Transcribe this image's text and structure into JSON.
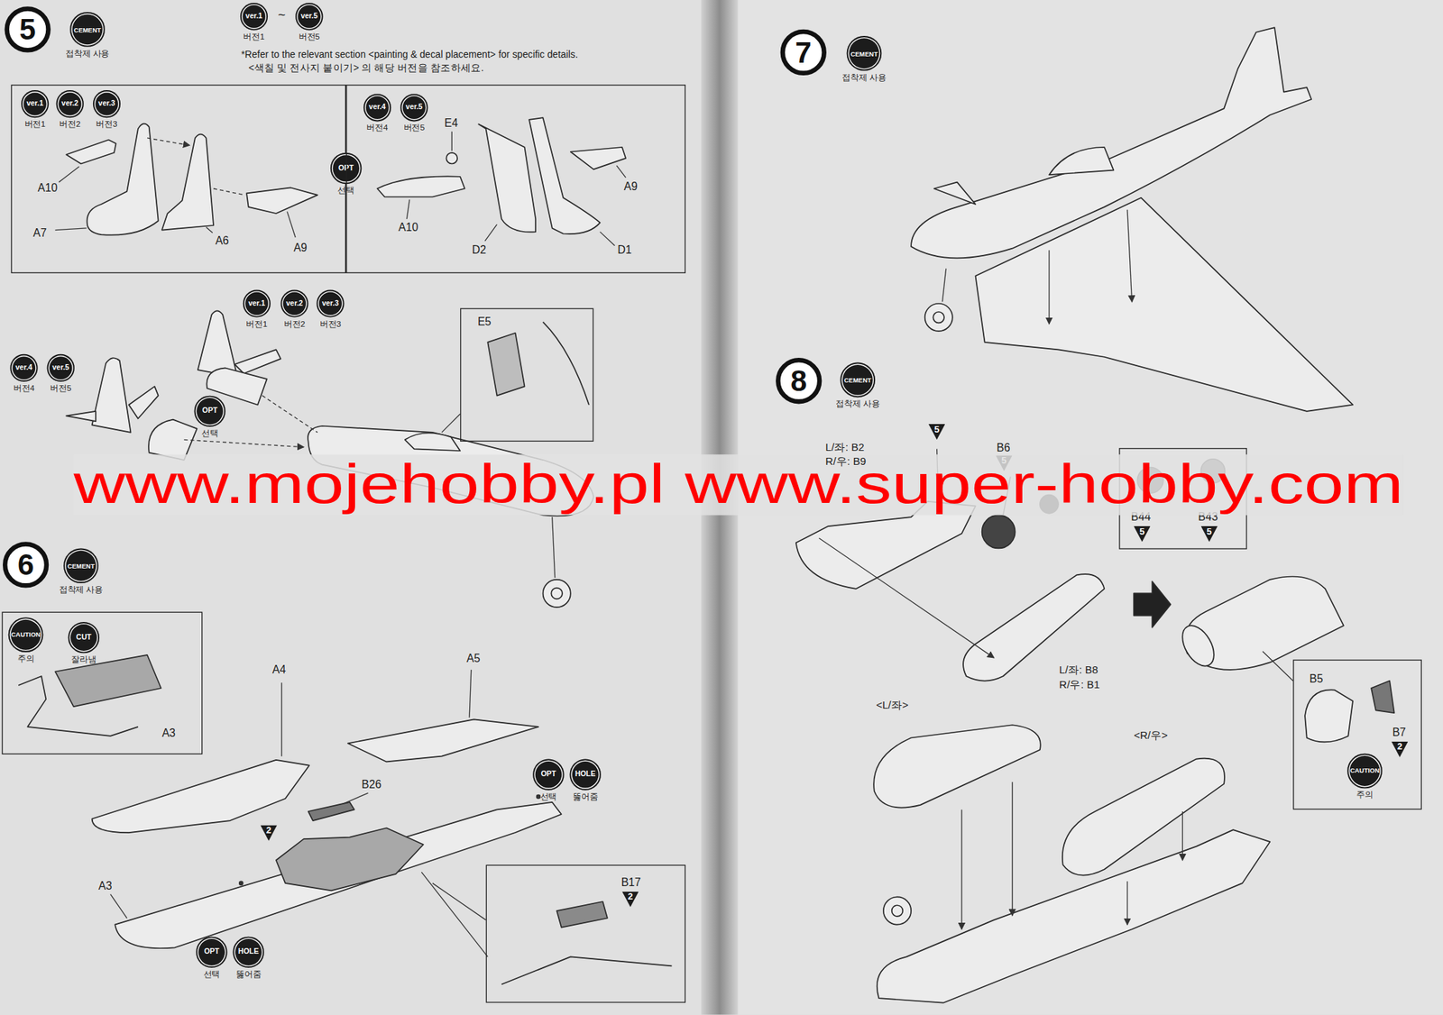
{
  "diagram": {
    "nodes": [
      {
        "text": [
          "5"
        ]
      },
      {
        "text": [
          "CEMENT",
          "접착제 사용"
        ]
      },
      {
        "text": [
          "ver.1",
          "버전1"
        ]
      },
      {
        "text": [
          "ver.5",
          "버전5"
        ]
      },
      {
        "text": [
          "A10",
          "A7",
          "A6",
          "A9"
        ]
      },
      {
        "text": [
          "ver.1",
          "버전1"
        ],
        "in": 4
      },
      {
        "text": [
          "ver.2",
          "버전2"
        ],
        "in": 4
      },
      {
        "text": [
          "ver.3",
          "버전3"
        ],
        "in": 4
      },
      {
        "text": [
          "OPT",
          "선택"
        ]
      },
      {
        "text": [
          "E4",
          "A10",
          "D2",
          "D1",
          "A9"
        ]
      },
      {
        "text": [
          "ver.4",
          "버전4"
        ],
        "in": 9
      },
      {
        "text": [
          "ver.5",
          "버전5"
        ],
        "in": 9
      },
      {
        "text": [
          "ver.1",
          "버전1"
        ]
      },
      {
        "text": [
          "ver.2",
          "버전2"
        ]
      },
      {
        "text": [
          "ver.3",
          "버전3"
        ]
      },
      {
        "text": [
          "ver.4",
          "버전4"
        ]
      },
      {
        "text": [
          "ver.5",
          "버전5"
        ]
      },
      {
        "text": [
          "OPT",
          "선택"
        ]
      },
      {
        "text": [
          "E5"
        ]
      },
      {
        "text": [
          "6"
        ]
      },
      {
        "text": [
          "CEMENT",
          "접착제 사용"
        ]
      },
      {
        "text": [
          "A3"
        ]
      },
      {
        "text": [
          "CAUTION",
          "주의"
        ],
        "in": 21
      },
      {
        "text": [
          "CUT",
          "잘라냄"
        ],
        "in": 21
      },
      {
        "text": [
          "2"
        ]
      },
      {
        "text": [
          "OPT",
          "선택"
        ]
      },
      {
        "text": [
          "HOLE",
          "뚫어줌"
        ]
      },
      {
        "text": [
          "OPT",
          "선택"
        ]
      },
      {
        "text": [
          "HOLE",
          "뚫어줌"
        ]
      },
      {
        "text": [
          "B17"
        ]
      },
      {
        "text": [
          "2"
        ],
        "in": 29
      },
      {
        "text": [
          "7"
        ]
      },
      {
        "text": [
          "CEMENT",
          "접착제 사용"
        ]
      },
      {
        "text": [
          "8"
        ]
      },
      {
        "text": [
          "CEMENT",
          "접착제 사용"
        ]
      },
      {
        "text": [
          "5"
        ]
      },
      {
        "text": [
          "5"
        ]
      },
      {
        "text": [
          "B44",
          "B43"
        ]
      },
      {
        "text": [
          "5"
        ],
        "in": 37
      },
      {
        "text": [
          "5"
        ],
        "in": 37
      },
      {
        "text": [
          "B5",
          "B7"
        ]
      },
      {
        "text": [
          "2"
        ],
        "in": 40
      },
      {
        "text": [
          "CAUTION",
          "주의"
        ],
        "in": 40
      }
    ],
    "labels": [
      "~",
      "*Refer to the relevant section <painting & decal placement> for specific details.",
      "<색칠 및 전사지 붙이기> 의 해당 버전을 참조하세요.",
      "www.mojehobby.pl www.super-hobby.com",
      "A4",
      "A5",
      "B26",
      "A3",
      "L/좌: B2",
      "R/우: B9",
      "B6",
      "L/좌: B8",
      "R/우: B1",
      "<L/좌>",
      "<R/우>"
    ]
  }
}
